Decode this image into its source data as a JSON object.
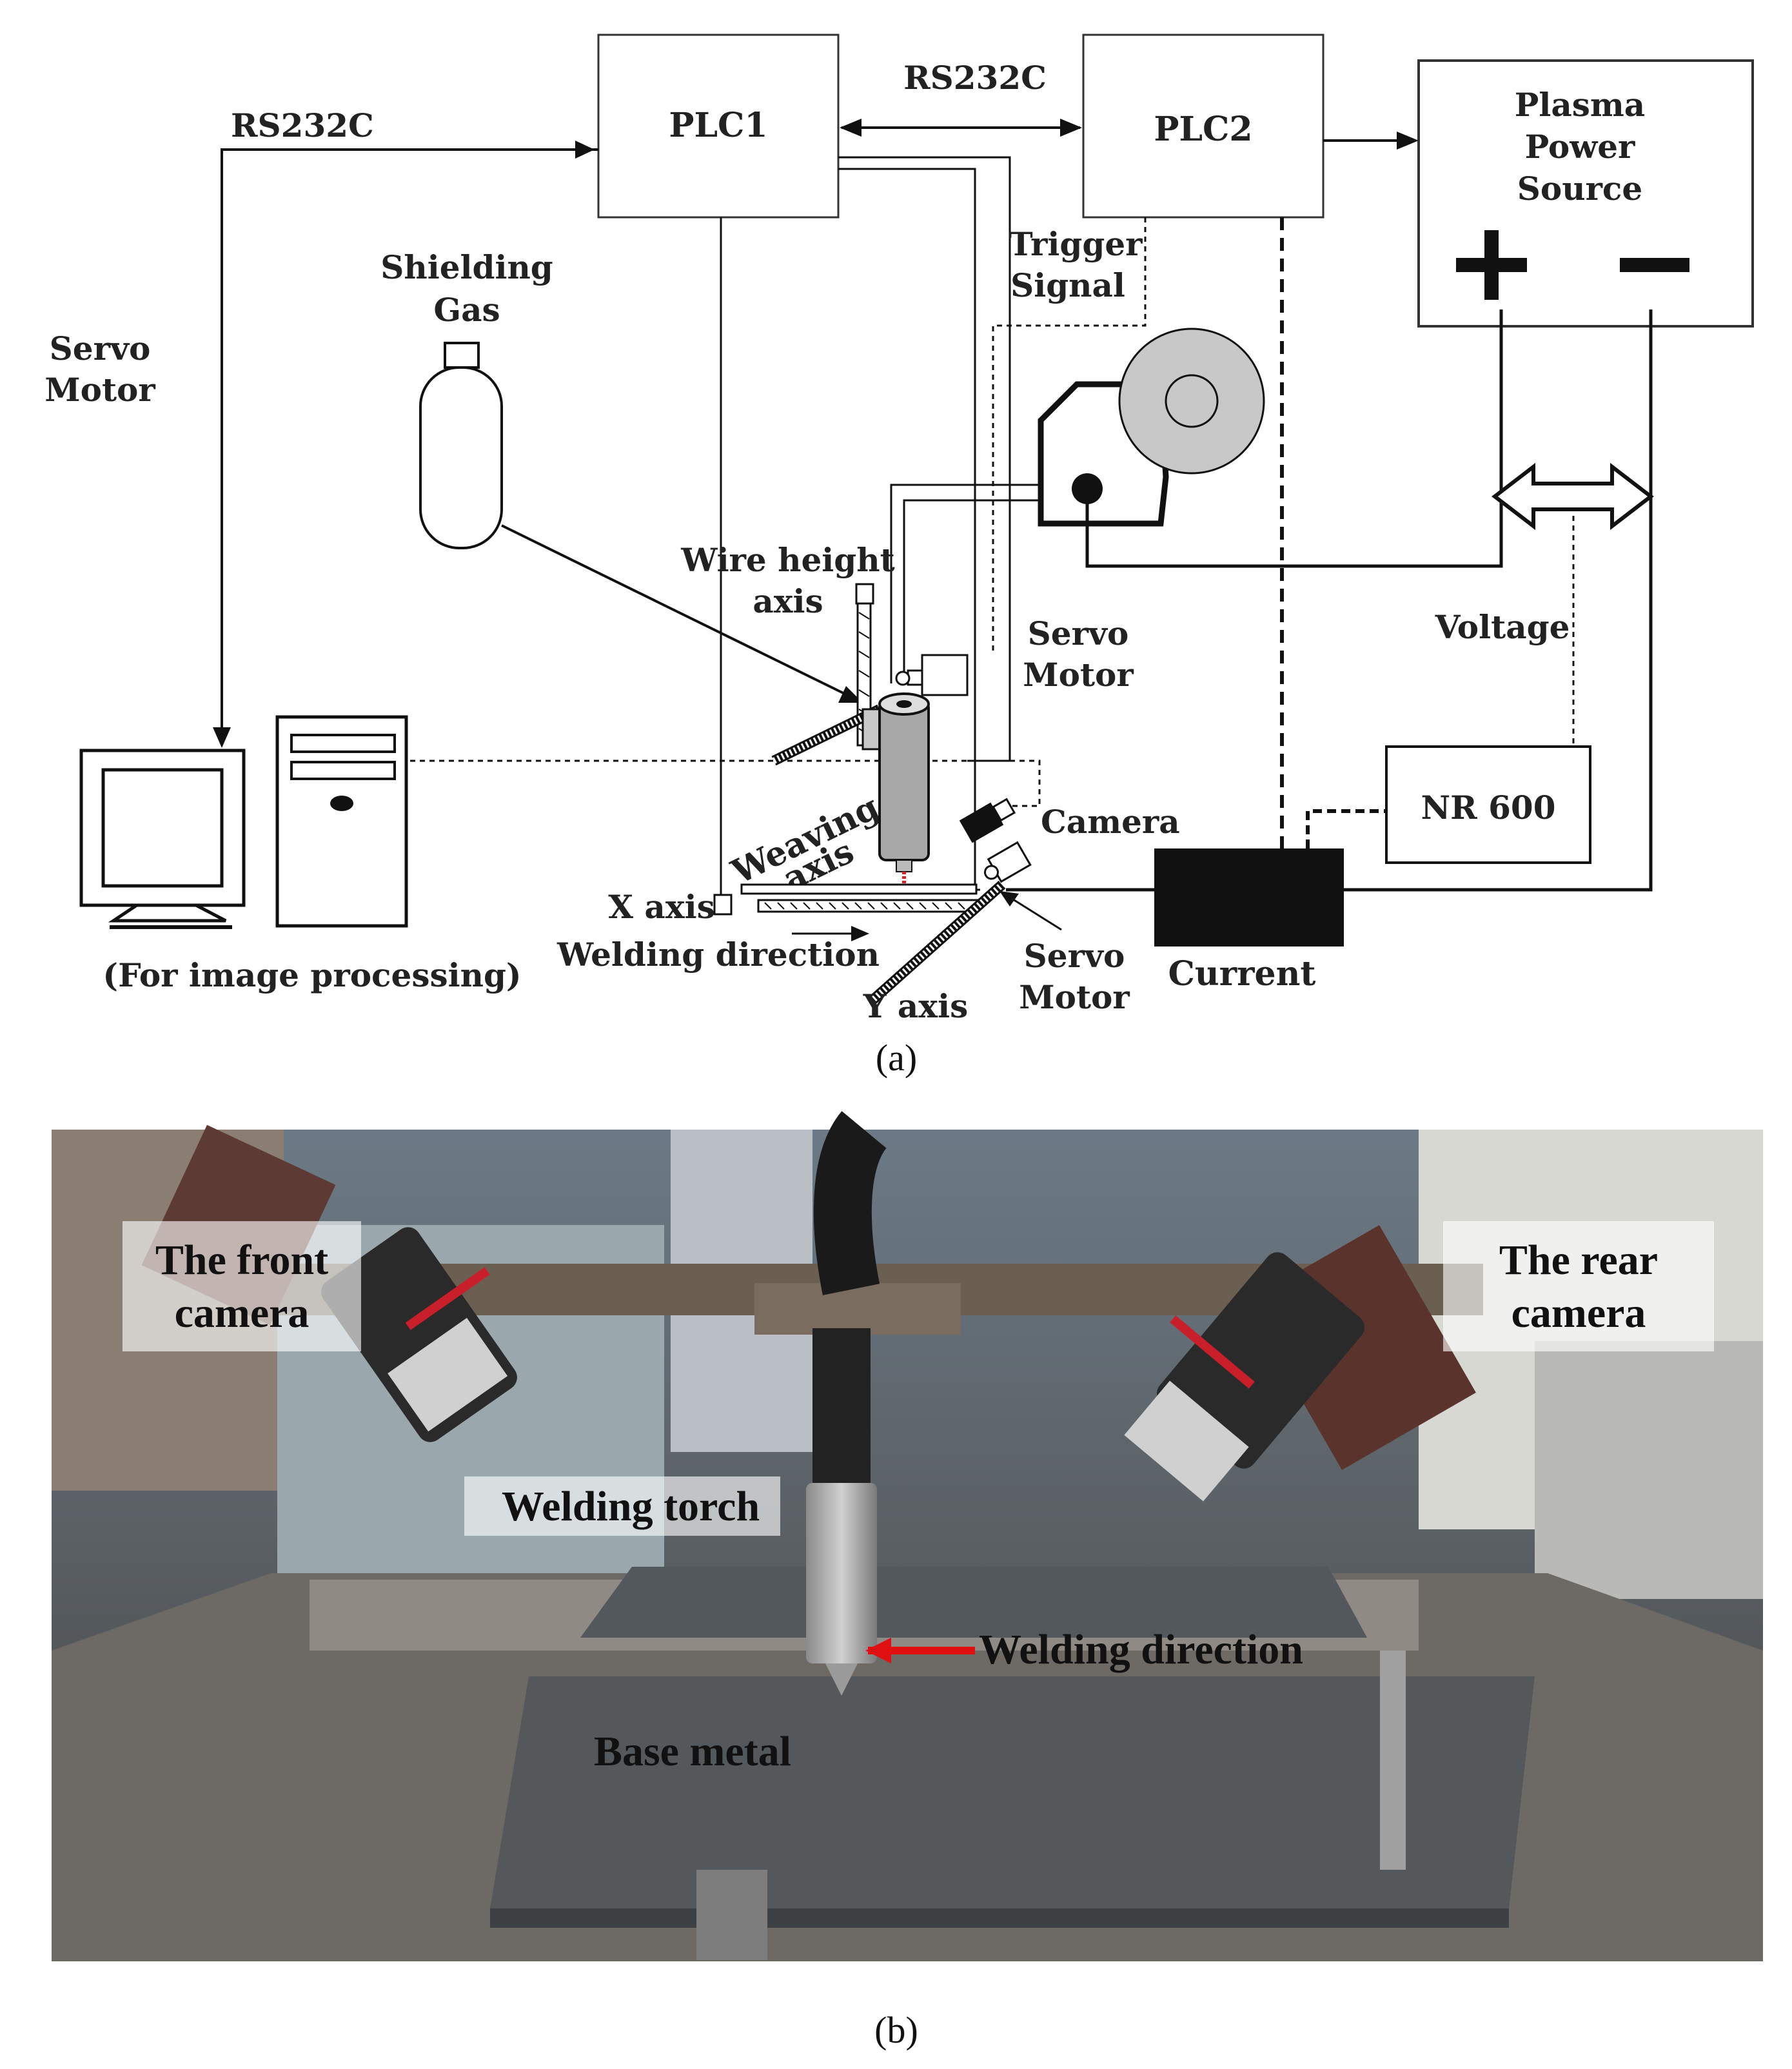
{
  "diagram": {
    "blocks": {
      "plc1": "PLC1",
      "plc2": "PLC2",
      "power_l1": "Plasma",
      "power_l2": "Power",
      "power_l3": "Source",
      "nr600": "NR 600",
      "current": "Current"
    },
    "labels": {
      "rs232_left": "RS232C",
      "rs232_top": "RS232C",
      "servo_left_1": "Servo",
      "servo_left_2": "Motor",
      "gas_1": "Shielding",
      "gas_2": "Gas",
      "trigger_1": "Trigger",
      "trigger_2": "Signal",
      "wire_1": "Wire height",
      "wire_2": "axis",
      "servo_mid_1": "Servo",
      "servo_mid_2": "Motor",
      "voltage": "Voltage",
      "weaving_1": "Weaving",
      "weaving_2": "axis",
      "camera": "Camera",
      "x_axis": "X axis",
      "welding_dir": "Welding direction",
      "y_axis": "Y axis",
      "servo_bot_1": "Servo",
      "servo_bot_2": "Motor",
      "for_image": "(For image processing)",
      "plus": "+",
      "minus": "−"
    },
    "caption_a": "(a)"
  },
  "photo": {
    "labels": {
      "front_1": "The front",
      "front_2": "camera",
      "rear_1": "The rear",
      "rear_2": "camera",
      "torch": "Welding torch",
      "direction": "Welding direction",
      "base": "Base metal"
    },
    "caption_b": "(b)"
  }
}
